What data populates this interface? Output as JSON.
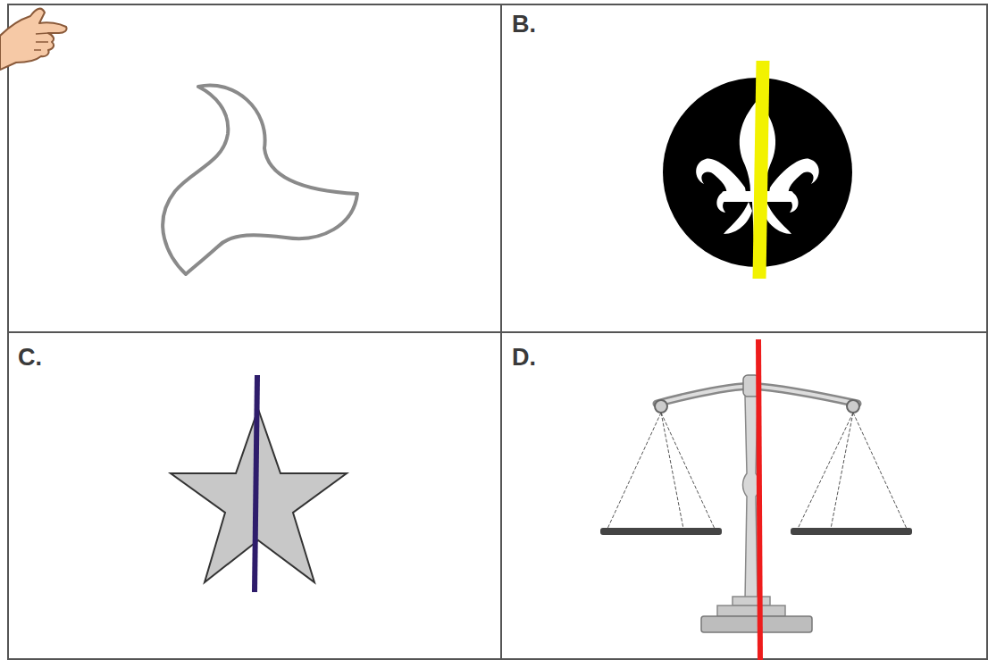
{
  "diagram": {
    "labels": [
      "B.",
      "C.",
      "D."
    ]
  }
}
